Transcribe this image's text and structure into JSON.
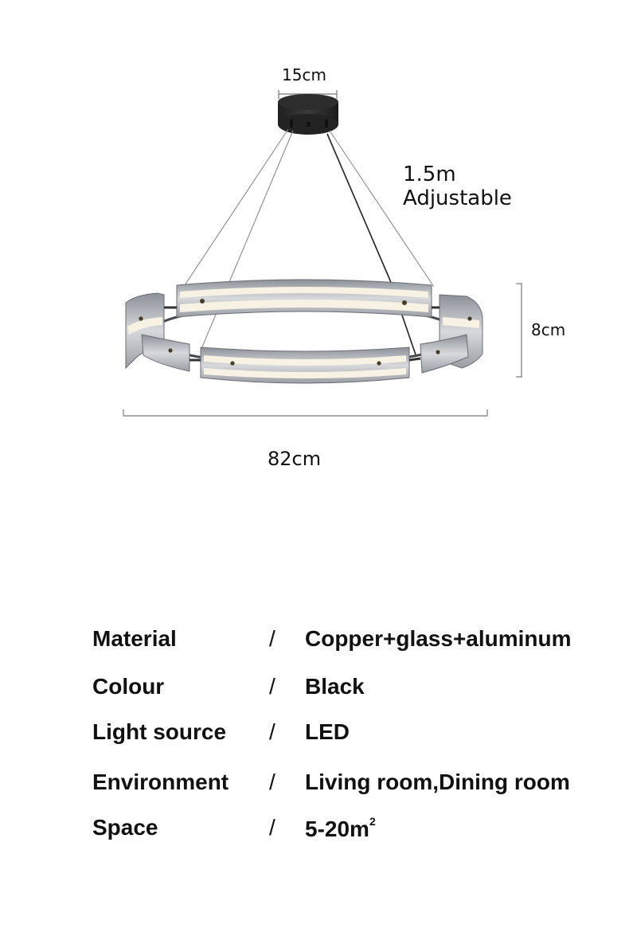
{
  "diagram": {
    "canopy_width_label": "15cm",
    "cord_length_line1": "1.5m",
    "cord_length_line2": "Adjustable",
    "height_label": "8cm",
    "diameter_label": "82cm",
    "colors": {
      "canopy": "#2a2a2a",
      "wire": "#8a8a8a",
      "dimension_line": "#777777",
      "glass": "#b8bcc2",
      "diffuser": "#f6f1e4"
    }
  },
  "specs": [
    {
      "key": "Material",
      "sep": "/",
      "value": "Copper+glass+aluminum"
    },
    {
      "key": "Colour",
      "sep": "/",
      "value": "Black"
    },
    {
      "key": "Light source",
      "sep": "/",
      "value": "LED"
    },
    {
      "key": "Environment",
      "sep": "/",
      "value": "Living room,Dining room"
    },
    {
      "key": "Space",
      "sep": "/",
      "value": "5-20m",
      "value_sup": "2"
    }
  ]
}
